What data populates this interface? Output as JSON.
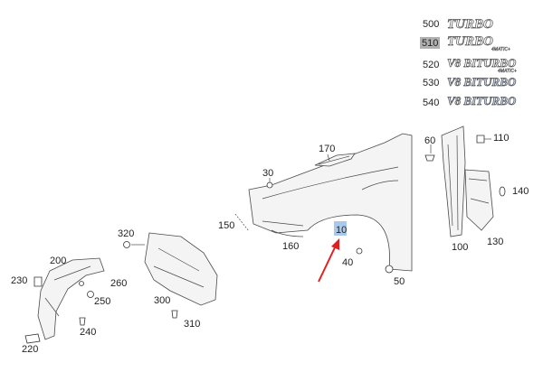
{
  "callouts": {
    "c500": "500",
    "c510": "510",
    "c520": "520",
    "c530": "530",
    "c540": "540",
    "c170": "170",
    "c60": "60",
    "c110": "110",
    "c30": "30",
    "c140": "140",
    "c150": "150",
    "c10": "10",
    "c320": "320",
    "c160": "160",
    "c100": "100",
    "c130": "130",
    "c200": "200",
    "c40": "40",
    "c230": "230",
    "c260": "260",
    "c50": "50",
    "c250": "250",
    "c300": "300",
    "c310": "310",
    "c240": "240",
    "c220": "220"
  },
  "badges": {
    "b500": "TURBO",
    "b510": "TURBO",
    "b510_sub": "4MATIC+",
    "b520": "V8 BITURBO",
    "b520_sub": "4MATIC+",
    "b530": "V8 BITURBO",
    "b540": "V8 BITURBO"
  },
  "colors": {
    "highlight_box": "#a9c9ec",
    "selected_box": "#b0b0b0",
    "arrow": "#e02020",
    "badge_blue": "#c5d6ee"
  }
}
